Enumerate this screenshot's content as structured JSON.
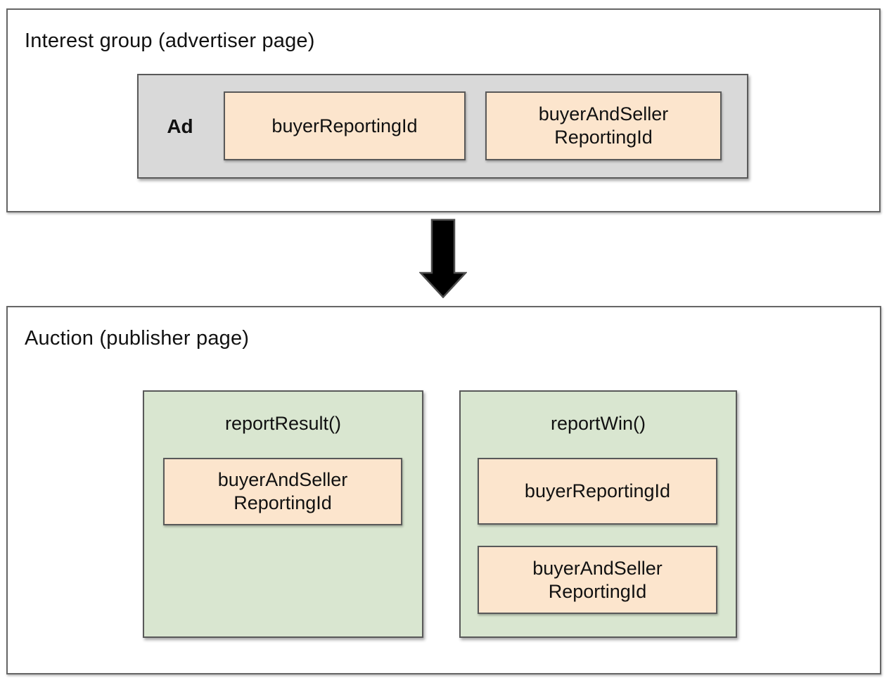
{
  "top": {
    "title": "Interest group (advertiser page)",
    "ad_label": "Ad",
    "field1": "buyerReportingId",
    "field2": "buyerAndSeller\nReportingId"
  },
  "arrow": {
    "icon": "down-block-arrow"
  },
  "bottom": {
    "title": "Auction (publisher page)",
    "report_result": {
      "title": "reportResult()",
      "field1": "buyerAndSeller\nReportingId"
    },
    "report_win": {
      "title": "reportWin()",
      "field1": "buyerReportingId",
      "field2": "buyerAndSeller\nReportingId"
    }
  },
  "colors": {
    "field_fill": "#fce5cd",
    "function_fill": "#d9e6d0",
    "ad_fill": "#d9d9d9",
    "inner_border": "#595959",
    "section_border": "#666666",
    "arrow_fill": "#000000",
    "background": "#ffffff",
    "text": "#111111"
  }
}
